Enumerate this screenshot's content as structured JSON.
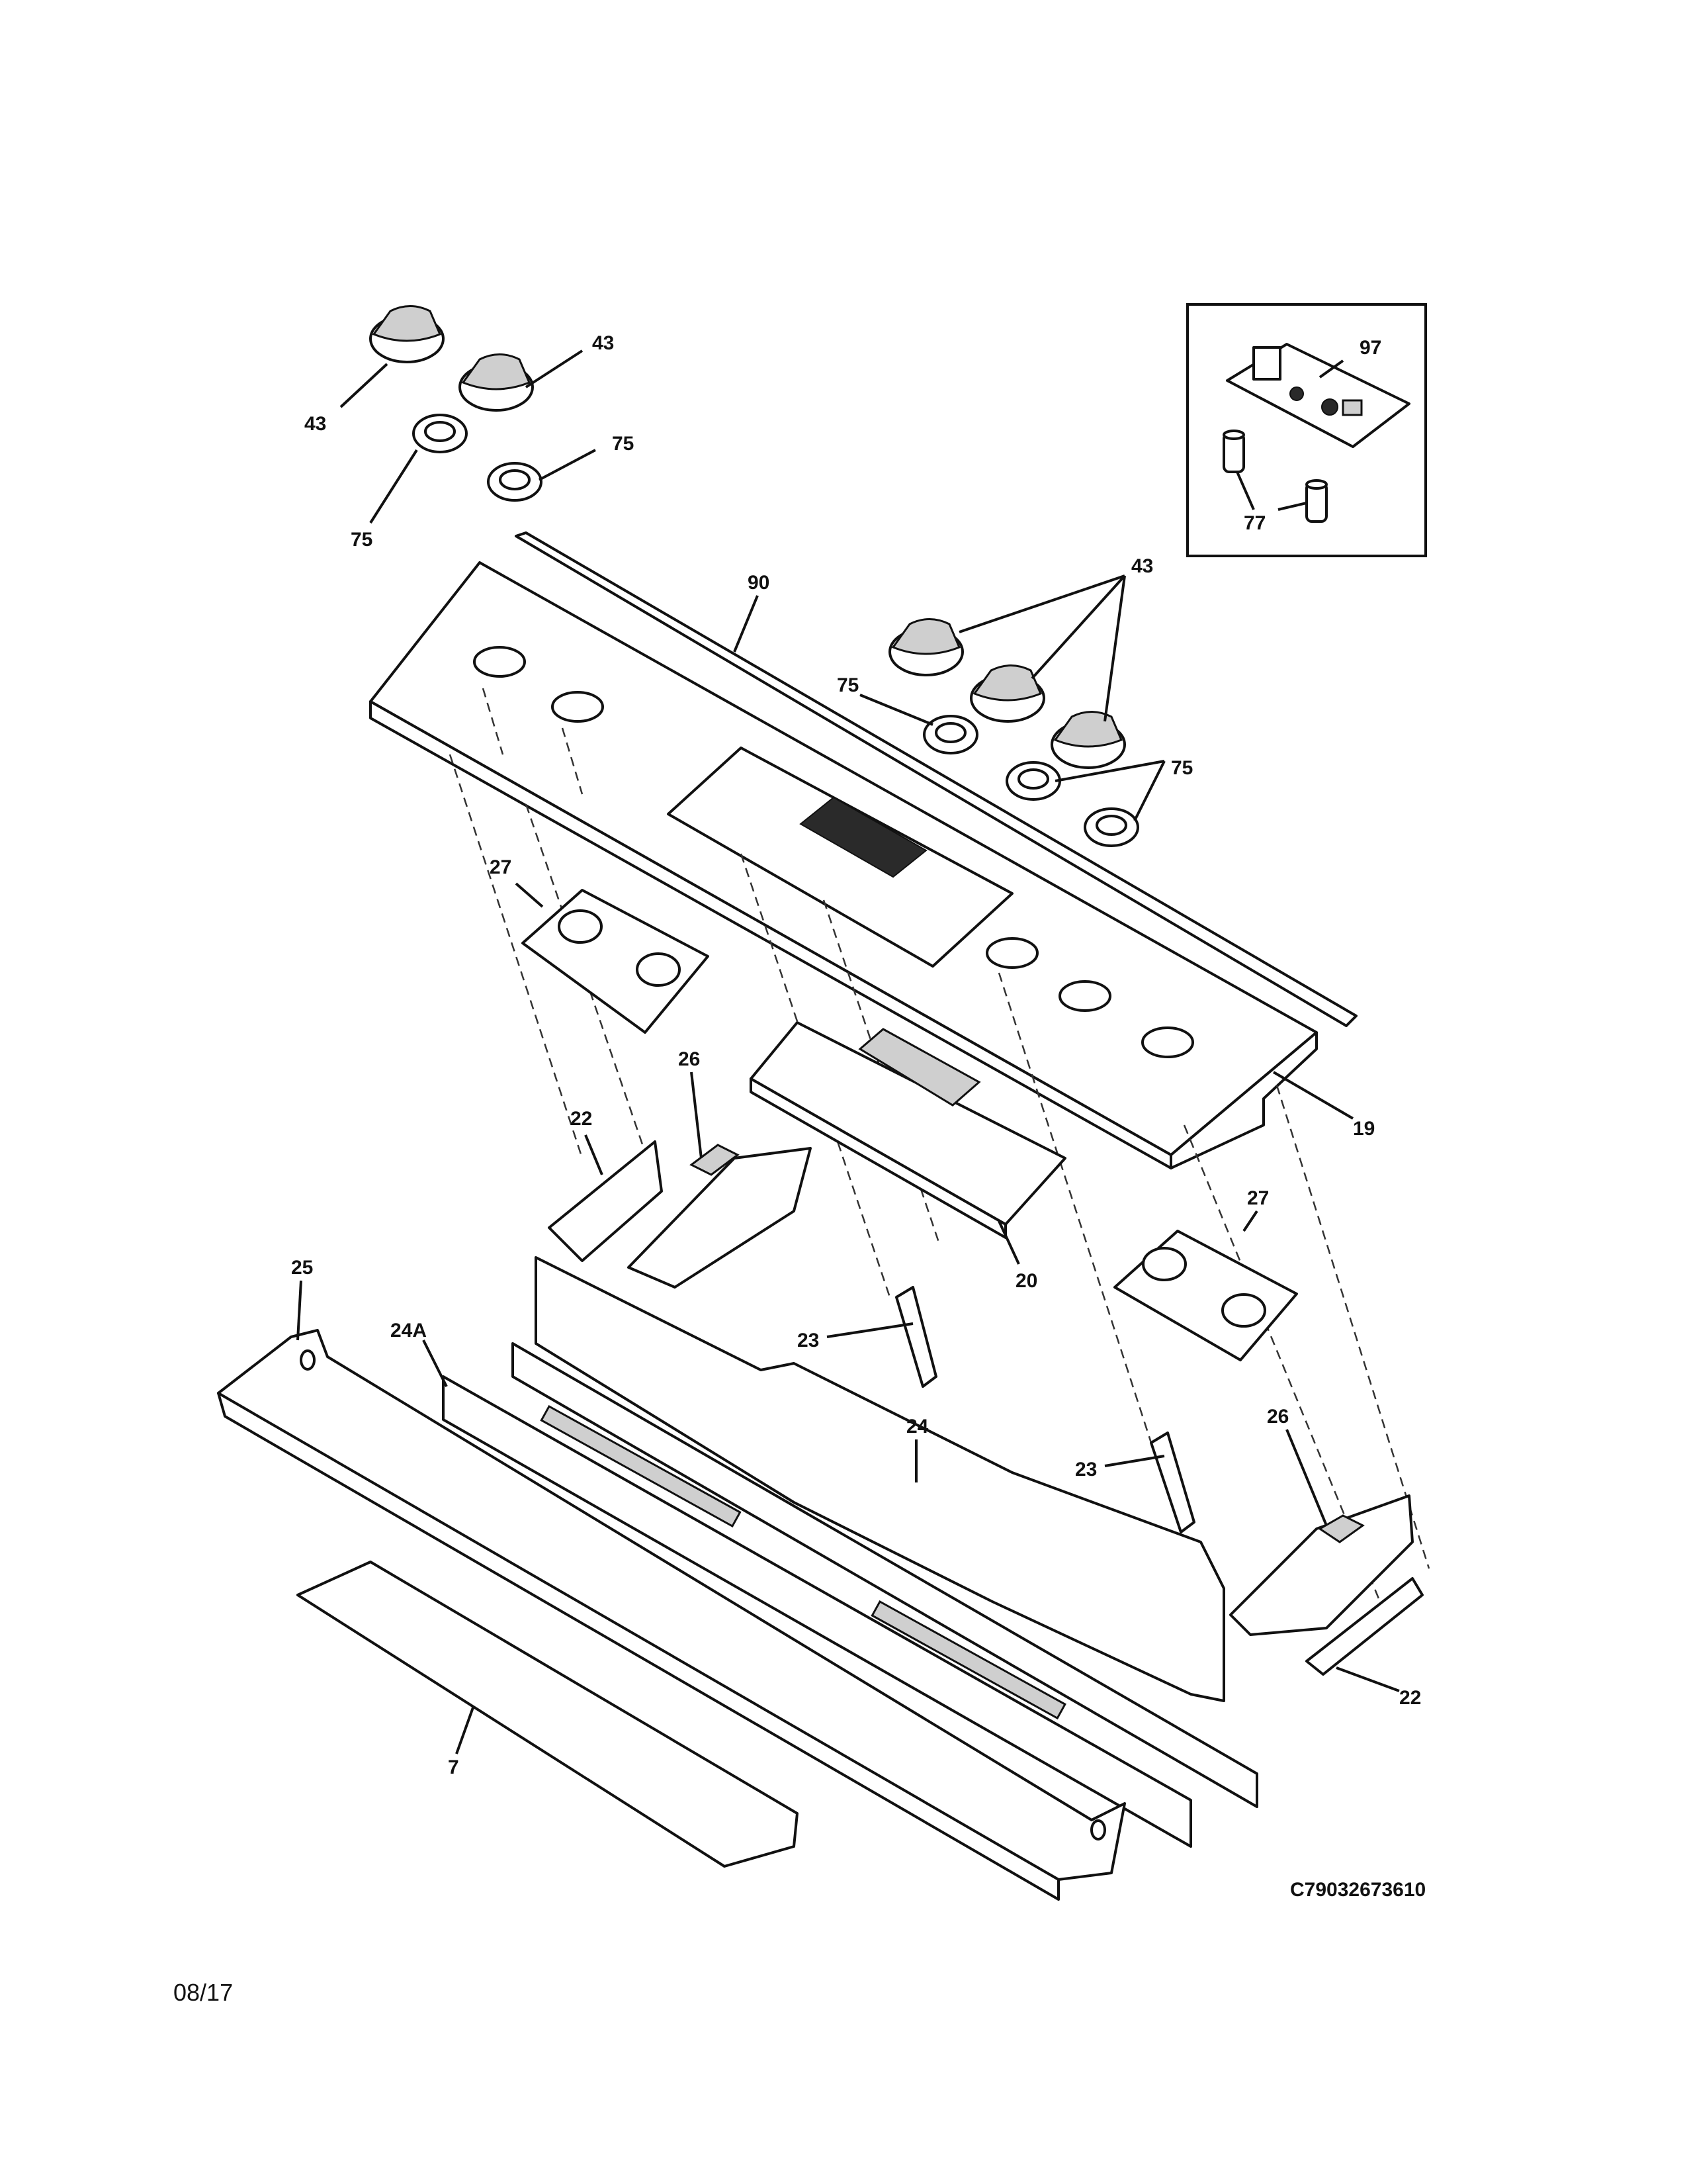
{
  "diagram": {
    "type": "exploded-parts-diagram",
    "model_code": "C79032673610",
    "footer_date": "08/17"
  },
  "callouts": {
    "c43a": "43",
    "c43b": "43",
    "c43c": "43",
    "c75a": "75",
    "c75b": "75",
    "c75c": "75",
    "c75d": "75",
    "c90": "90",
    "c97": "97",
    "c77": "77",
    "c27a": "27",
    "c27b": "27",
    "c26a": "26",
    "c26b": "26",
    "c22a": "22",
    "c22b": "22",
    "c19": "19",
    "c20": "20",
    "c25": "25",
    "c24a": "24A",
    "c23a": "23",
    "c23b": "23",
    "c24": "24",
    "c7": "7"
  }
}
